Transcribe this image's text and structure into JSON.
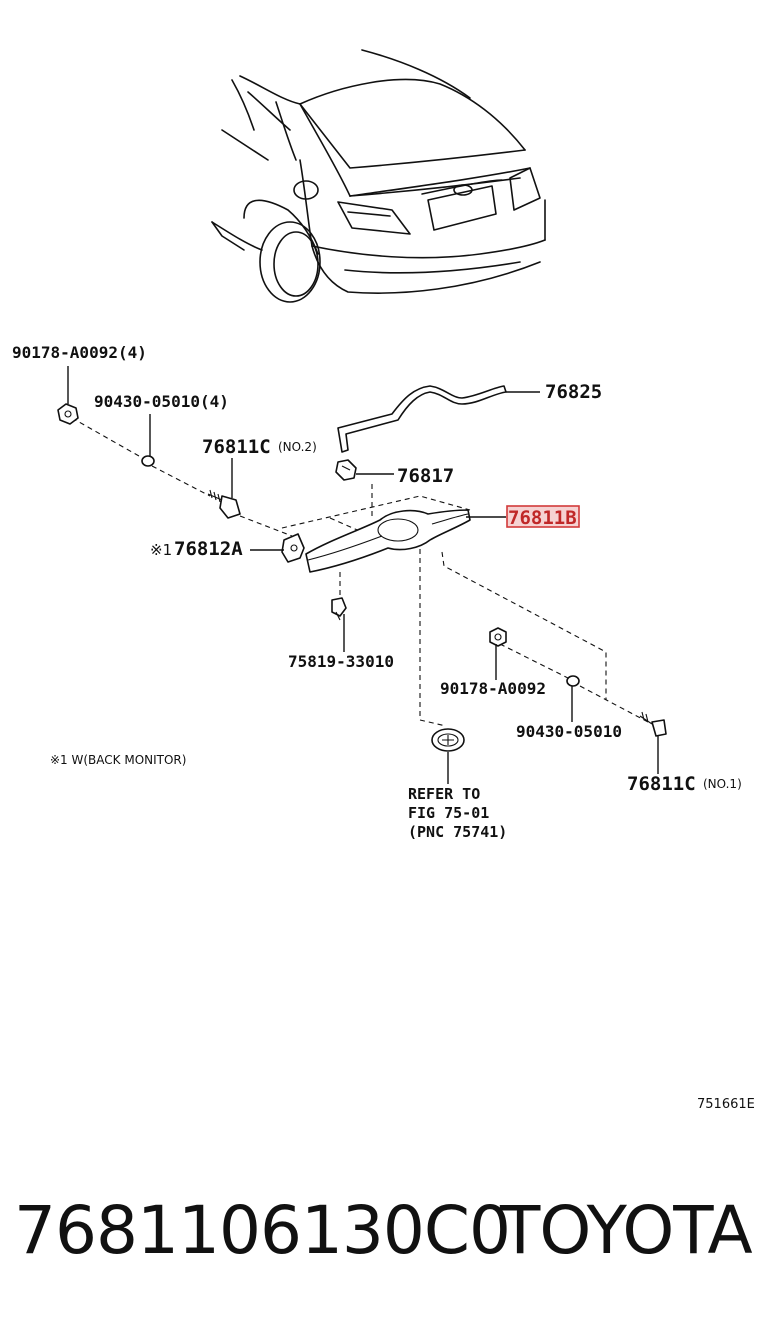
{
  "callouts": {
    "c_90178_4": "90178-A0092(4)",
    "c_90430_4": "90430-05010(4)",
    "c_76811C_no2_main": "76811C",
    "c_76811C_no2_sub": "(NO.2)",
    "c_76825": "76825",
    "c_76817": "76817",
    "c_76811B": "76811B",
    "c_76812A_mark": "※1",
    "c_76812A": "76812A",
    "c_75819": "75819-33010",
    "c_90178": "90178-A0092",
    "c_90430": "90430-05010",
    "c_76811C_no1_main": "76811C",
    "c_76811C_no1_sub": "(NO.1)"
  },
  "note": "※1 W(BACK MONITOR)",
  "refer": {
    "line1": "REFER TO",
    "line2": "FIG 75-01",
    "line3": "(PNC 75741)"
  },
  "figure_code": "751661E",
  "footer": {
    "part_number": "7681106130C0",
    "brand": "TOYOTA"
  },
  "colors": {
    "highlight_fill": "#f6d2d2",
    "highlight_stroke": "#d23a3a"
  }
}
